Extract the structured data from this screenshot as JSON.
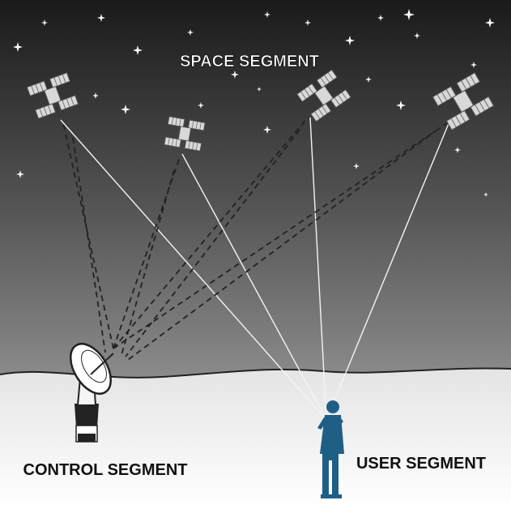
{
  "labels": {
    "space": "SPACE SEGMENT",
    "control": "CONTROL SEGMENT",
    "user": "USER SEGMENT"
  },
  "colors": {
    "sky_top": "#1a1a1a",
    "sky_bottom": "#8c8c8c",
    "ground_top": "#ececec",
    "ground_bottom": "#ffffff",
    "user_figure": "#1f5f86",
    "line": "#ffffff",
    "satellite": "#d8d8d8"
  },
  "icons": [
    "satellite-icon",
    "dish-antenna-icon",
    "person-icon",
    "star-icon"
  ]
}
